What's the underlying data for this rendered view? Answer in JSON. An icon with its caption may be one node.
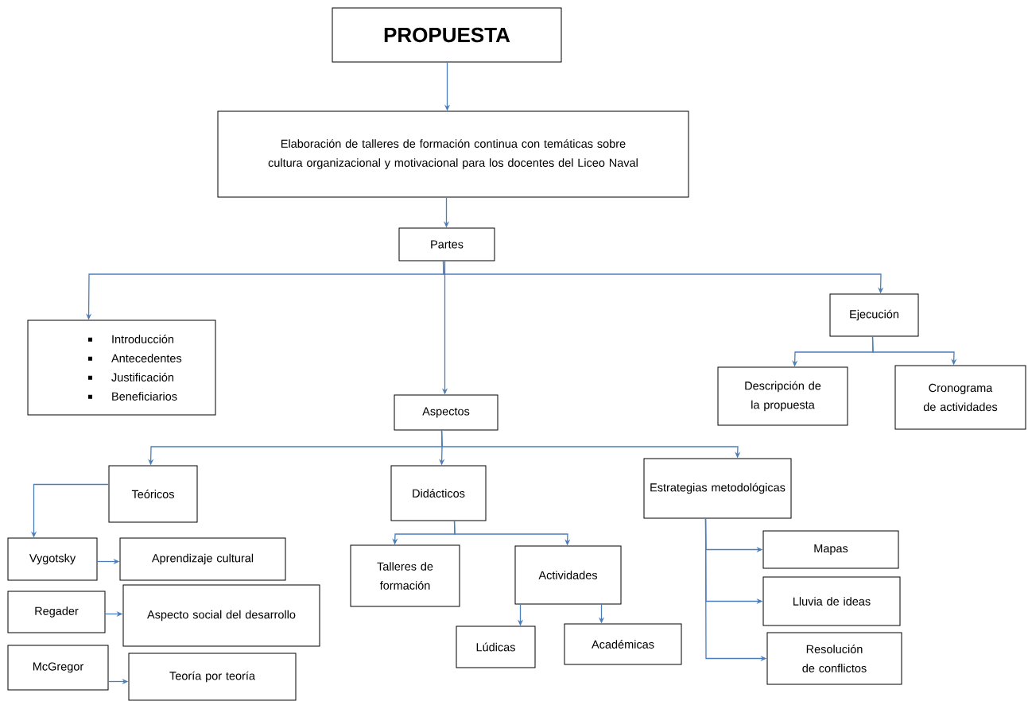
{
  "diagram": {
    "nodes": [
      {
        "text": [
          "PROPUESTA"
        ]
      },
      {
        "text": [
          "Elaboración de talleres de formación continua con temáticas sobre cultura organizacional y motivacional para los docentes del Liceo Naval"
        ]
      },
      {
        "text": [
          "Partes"
        ]
      },
      {
        "text": [
          "Introducción",
          "Antecedentes",
          "Justificación",
          "Beneficiarios"
        ]
      },
      {
        "text": [
          "Ejecución"
        ]
      },
      {
        "text": [
          "Aspectos"
        ]
      },
      {
        "text": [
          "Descripción de la propuesta"
        ]
      },
      {
        "text": [
          "Cronograma de actividades"
        ]
      },
      {
        "text": [
          "Teóricos"
        ]
      },
      {
        "text": [
          "Didácticos"
        ]
      },
      {
        "text": [
          "Estrategias metodológicas"
        ]
      },
      {
        "text": [
          "Vygotsky"
        ]
      },
      {
        "text": [
          "Aprendizaje cultural"
        ]
      },
      {
        "text": [
          "Talleres de formación"
        ]
      },
      {
        "text": [
          "Actividades"
        ]
      },
      {
        "text": [
          "Mapas"
        ]
      },
      {
        "text": [
          "Regader"
        ]
      },
      {
        "text": [
          "Aspecto social del desarrollo"
        ]
      },
      {
        "text": [
          "Lluvia de ideas"
        ]
      },
      {
        "text": [
          "Lúdicas"
        ]
      },
      {
        "text": [
          "Académicas"
        ]
      },
      {
        "text": [
          "Resolución de conflictos"
        ]
      },
      {
        "text": [
          "McGregor"
        ]
      },
      {
        "text": [
          "Teoría por teoría"
        ]
      }
    ],
    "edges": [
      {
        "from": 0,
        "to": 1,
        "arrow": "to"
      },
      {
        "from": 1,
        "to": 2,
        "arrow": "to"
      },
      {
        "from": 2,
        "to": 3,
        "arrow": "to"
      },
      {
        "from": 2,
        "to": 4,
        "arrow": "to"
      },
      {
        "from": 2,
        "to": 5,
        "arrow": "to"
      },
      {
        "from": 4,
        "to": 6,
        "arrow": "to"
      },
      {
        "from": 4,
        "to": 7,
        "arrow": "to"
      },
      {
        "from": 5,
        "to": 8,
        "arrow": "to"
      },
      {
        "from": 5,
        "to": 9,
        "arrow": "to"
      },
      {
        "from": 5,
        "to": 10,
        "arrow": "to"
      },
      {
        "from": 8,
        "to": 11,
        "arrow": "to"
      },
      {
        "from": 9,
        "to": 13,
        "arrow": "to"
      },
      {
        "from": 9,
        "to": 14,
        "arrow": "to"
      },
      {
        "from": 10,
        "to": 15,
        "arrow": "to"
      },
      {
        "from": 10,
        "to": 18,
        "arrow": "to"
      },
      {
        "from": 10,
        "to": 21,
        "arrow": "to"
      },
      {
        "from": 11,
        "to": 12,
        "arrow": "to"
      },
      {
        "from": 16,
        "to": 17,
        "arrow": "to"
      },
      {
        "from": 22,
        "to": 23,
        "arrow": "to"
      },
      {
        "from": 14,
        "to": 19,
        "arrow": "to"
      },
      {
        "from": 14,
        "to": 20,
        "arrow": "to"
      }
    ]
  }
}
